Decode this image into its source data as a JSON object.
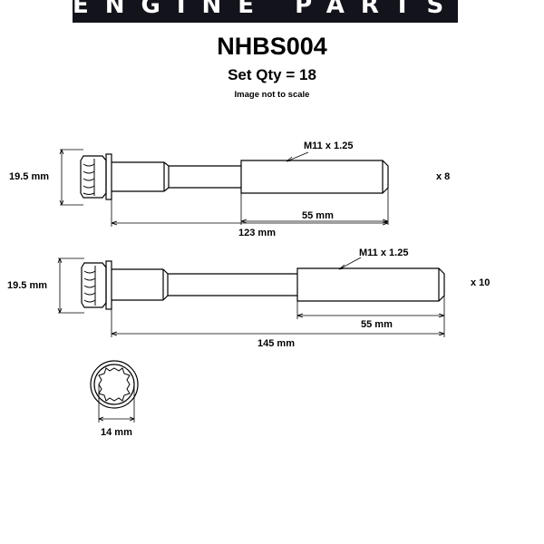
{
  "header": {
    "banner_text": "ENGINE PARTS",
    "part_number": "NHBS004",
    "set_qty": "Set Qty = 18",
    "scale_note": "Image not to scale"
  },
  "bolt_a": {
    "head_dim": "19.5 mm",
    "thread": "M11 x 1.25",
    "thread_length": "55 mm",
    "total_length": "123 mm",
    "quantity": "x 8"
  },
  "bolt_b": {
    "head_dim": "19.5 mm",
    "thread": "M11 x 1.25",
    "thread_length": "55 mm",
    "total_length": "145 mm",
    "quantity": "x 10"
  },
  "end_view": {
    "width": "14 mm"
  }
}
